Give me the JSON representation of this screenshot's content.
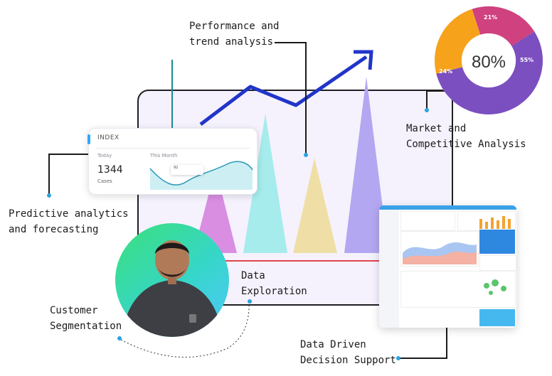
{
  "labels": {
    "performance": [
      "Performance and",
      "trend analysis"
    ],
    "market": [
      "Market and",
      "Competitive Analysis"
    ],
    "predictive": [
      "Predictive analytics",
      "and forecasting"
    ],
    "exploration": [
      "Data",
      "Exploration"
    ],
    "segmentation": [
      "Customer",
      "Segmentation"
    ],
    "decision": [
      "Data Driven",
      "Decision Support"
    ]
  },
  "index_card": {
    "title": "INDEX",
    "today_label": "Today",
    "month_label": "This Month",
    "value": "1344",
    "unit": "Cases",
    "tooltip_value": "92"
  },
  "donut": {
    "center_text": "80%",
    "segments": [
      {
        "label": "21%",
        "fraction": 0.21,
        "color": "#d0417f"
      },
      {
        "label": "55%",
        "fraction": 0.55,
        "color": "#7b4fc0"
      },
      {
        "label": "24%",
        "fraction": 0.24,
        "color": "#f7a21b"
      }
    ]
  },
  "colors": {
    "trend_arrow": "#2135c9",
    "dot": "#2aa3e0",
    "frame_border": "#1f1f24",
    "peak_pink": "#d98ee2",
    "peak_cyan": "#a6ecec",
    "peak_yellow": "#efdfa6",
    "peak_purple": "#b4a7f1",
    "baseline_red": "#e0454f"
  },
  "icons": {
    "trend": "trend-arrow-icon",
    "person": "person-photo",
    "dashboard": "dashboard-screenshot"
  }
}
